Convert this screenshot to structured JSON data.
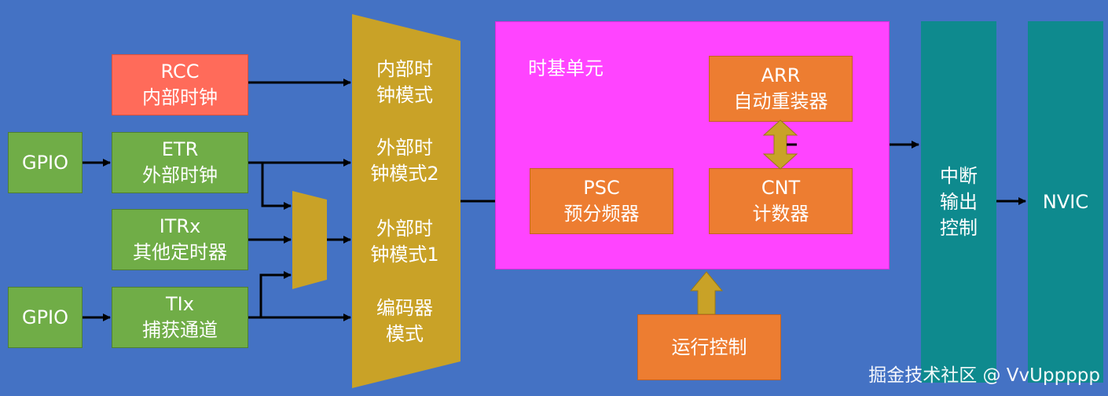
{
  "sources": {
    "rcc": {
      "line1": "RCC",
      "line2": "内部时钟"
    },
    "gpio1": "GPIO",
    "etr": {
      "line1": "ETR",
      "line2": "外部时钟"
    },
    "itrx": {
      "line1": "ITRx",
      "line2": "其他定时器"
    },
    "gpio2": "GPIO",
    "tix": {
      "line1": "TIx",
      "line2": "捕获通道"
    }
  },
  "mode_selector": {
    "internal": {
      "line1": "内部时",
      "line2": "钟模式"
    },
    "external2": {
      "line1": "外部时",
      "line2": "钟模式2"
    },
    "external1": {
      "line1": "外部时",
      "line2": "钟模式1"
    },
    "encoder": {
      "line1": "编码器",
      "line2": "模式"
    }
  },
  "time_base": {
    "title": "时基单元",
    "arr": {
      "line1": "ARR",
      "line2": "自动重装器"
    },
    "psc": {
      "line1": "PSC",
      "line2": "预分频器"
    },
    "cnt": {
      "line1": "CNT",
      "line2": "计数器"
    }
  },
  "run_control": "运行控制",
  "interrupt_output": {
    "line1": "中断",
    "line2": "输出",
    "line3": "控制"
  },
  "nvic": "NVIC",
  "watermark": "掘金技术社区 @ VvUppppp",
  "colors": {
    "background": "#4472c4",
    "green": "#70ad47",
    "red": "#ff6b5a",
    "orange": "#ed7d31",
    "gold": "#c9a227",
    "pink": "#ff44ff",
    "teal": "#0e8a8e"
  }
}
